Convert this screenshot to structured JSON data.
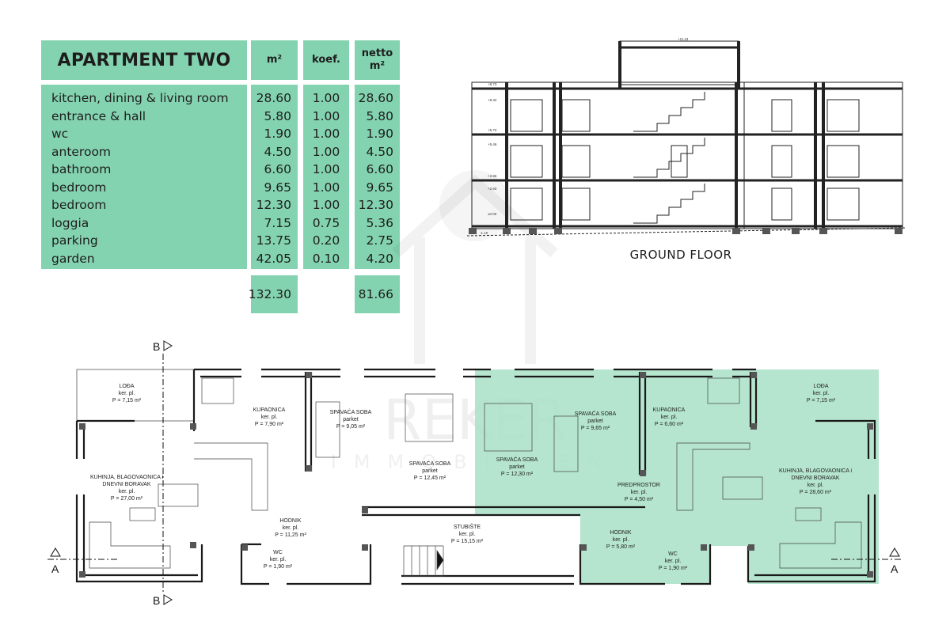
{
  "table": {
    "title": "APARTMENT TWO",
    "headers": {
      "area": "m²",
      "coef": "koef.",
      "netto_line1": "netto",
      "netto_line2": "m²"
    },
    "rows": [
      {
        "room": "kitchen, dining & living room",
        "area": "28.60",
        "coef": "1.00",
        "netto": "28.60"
      },
      {
        "room": "entrance & hall",
        "area": "5.80",
        "coef": "1.00",
        "netto": "5.80"
      },
      {
        "room": "wc",
        "area": "1.90",
        "coef": "1.00",
        "netto": "1.90"
      },
      {
        "room": "anteroom",
        "area": "4.50",
        "coef": "1.00",
        "netto": "4.50"
      },
      {
        "room": "bathroom",
        "area": "6.60",
        "coef": "1.00",
        "netto": "6.60"
      },
      {
        "room": "bedroom",
        "area": "9.65",
        "coef": "1.00",
        "netto": "9.65"
      },
      {
        "room": "bedroom",
        "area": "12.30",
        "coef": "1.00",
        "netto": "12.30"
      },
      {
        "room": "loggia",
        "area": "7.15",
        "coef": "0.75",
        "netto": "5.36"
      },
      {
        "room": "parking",
        "area": "13.75",
        "coef": "0.20",
        "netto": "2.75"
      },
      {
        "room": "garden",
        "area": "42.05",
        "coef": "0.10",
        "netto": "4.20"
      }
    ],
    "total_area": "132.30",
    "total_netto": "81.66"
  },
  "section": {
    "caption": "GROUND FLOOR",
    "elevations": [
      "+11.24",
      "+8.73",
      "+8.32",
      "+5.72",
      "+5.46",
      "+2.86",
      "+2.60",
      "±0.00",
      "-1.10"
    ]
  },
  "watermark": {
    "line1": "REKER",
    "line2": "IMMOBILIEN"
  },
  "plan": {
    "section_marks": {
      "b": "B",
      "a": "A"
    },
    "rooms_left": [
      {
        "name": "LOĐA",
        "floor": "ker. pl.",
        "area": "P = 7,15 m²"
      },
      {
        "name": "KUPAONICA",
        "floor": "ker. pl.",
        "area": "P = 7,90 m²"
      },
      {
        "name": "SPAVAĆA SOBA",
        "floor": "parket",
        "area": "P = 9,05 m²"
      },
      {
        "name": "SPAVAĆA SOBA",
        "floor": "parket",
        "area": "P = 12,45 m²"
      },
      {
        "name": "KUHINJA, BLAGOVAONICA i",
        "name2": "DNEVNI BORAVAK",
        "floor": "ker. pl.",
        "area": "P = 27,00 m²"
      },
      {
        "name": "HODNIK",
        "floor": "ker. pl.",
        "area": "P = 11,25 m²"
      },
      {
        "name": "WC",
        "floor": "ker. pl.",
        "area": "P = 1,90 m²"
      },
      {
        "name": "STUBIŠTE",
        "floor": "ker. pl.",
        "area": "P = 15,15 m²"
      }
    ],
    "rooms_right": [
      {
        "name": "SPAVAĆA SOBA",
        "floor": "parket",
        "area": "P = 12,30 m²"
      },
      {
        "name": "SPAVAĆA SOBA",
        "floor": "parket",
        "area": "P = 9,65 m²"
      },
      {
        "name": "KUPAONICA",
        "floor": "ker. pl.",
        "area": "P = 6,60 m²"
      },
      {
        "name": "LOĐA",
        "floor": "ker. pl.",
        "area": "P = 7,15 m²"
      },
      {
        "name": "KUHINJA, BLAGOVAONICA i",
        "name2": "DNEVNI BORAVAK",
        "floor": "ker. pl.",
        "area": "P = 28,60 m²"
      },
      {
        "name": "PREDPROSTOR",
        "floor": "ker. pl.",
        "area": "P = 4,50 m²"
      },
      {
        "name": "HODNIK",
        "floor": "ker. pl.",
        "area": "P = 5,80 m²"
      },
      {
        "name": "WC",
        "floor": "ker. pl.",
        "area": "P = 1,90 m²"
      }
    ]
  },
  "colors": {
    "table_green": "#84d3b0",
    "highlight_green": "#a8e0c6",
    "wall": "#1a1a1a"
  }
}
